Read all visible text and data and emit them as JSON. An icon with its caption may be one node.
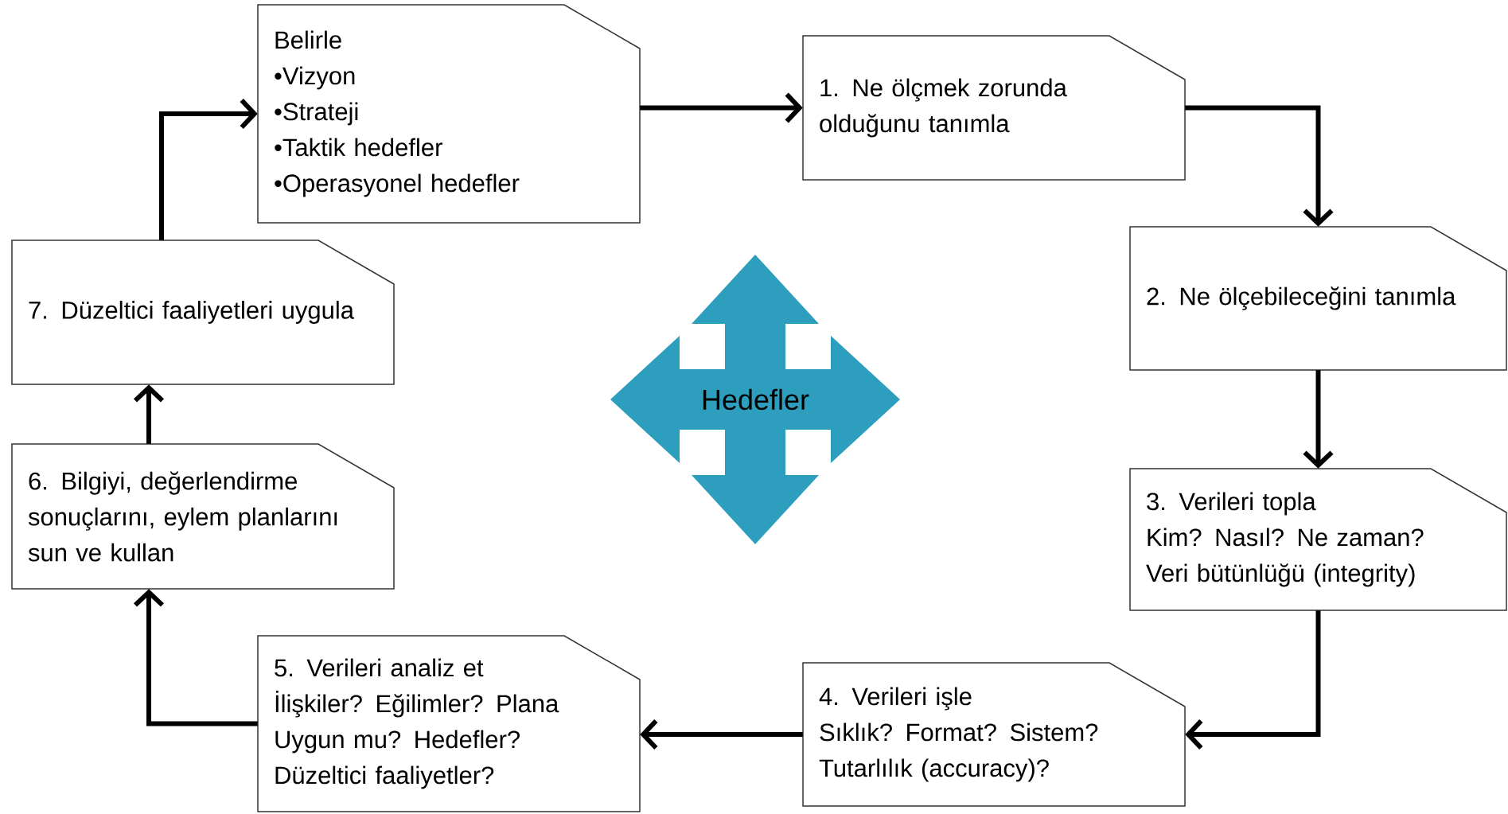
{
  "diagram": {
    "nodes": [
      {
        "text": [
          "Belirle",
          "•Vizyon",
          "•Strateji",
          "•Taktik hedefler",
          "•Operasyonel hedefler"
        ]
      },
      {
        "text": [
          "1.  Ne ölçmek zorunda olduğunu tanımla"
        ]
      },
      {
        "text": [
          "2. Ne ölçebileceğini tanımla"
        ]
      },
      {
        "text": [
          "3. Verileri topla",
          "Kim? Nasıl? Ne zaman?",
          "Veri bütünlüğü (integrity)"
        ]
      },
      {
        "text": [
          "4. Verileri işle",
          "Sıklık? Format? Sistem?",
          "Tutarlılık (accuracy)?"
        ]
      },
      {
        "text": [
          "5. Verileri analiz et",
          "İlişkiler? Eğilimler? Plana Uygun mu? Hedefler? Düzeltici faaliyetler?"
        ]
      },
      {
        "text": [
          "6. Bilgiyi, değerlendirme sonuçlarını, eylem planlarını sun ve kullan"
        ]
      },
      {
        "text": [
          "7. Düzeltici faaliyetleri uygula"
        ]
      },
      {
        "text": [
          "Hedefler"
        ]
      }
    ],
    "edges": [
      {
        "from": 0,
        "to": 1,
        "arrow": "to"
      },
      {
        "from": 1,
        "to": 2,
        "arrow": "to"
      },
      {
        "from": 2,
        "to": 3,
        "arrow": "to"
      },
      {
        "from": 3,
        "to": 4,
        "arrow": "to"
      },
      {
        "from": 4,
        "to": 5,
        "arrow": "to"
      },
      {
        "from": 5,
        "to": 6,
        "arrow": "to"
      },
      {
        "from": 6,
        "to": 7,
        "arrow": "to"
      },
      {
        "from": 7,
        "to": 0,
        "arrow": "to"
      }
    ]
  }
}
